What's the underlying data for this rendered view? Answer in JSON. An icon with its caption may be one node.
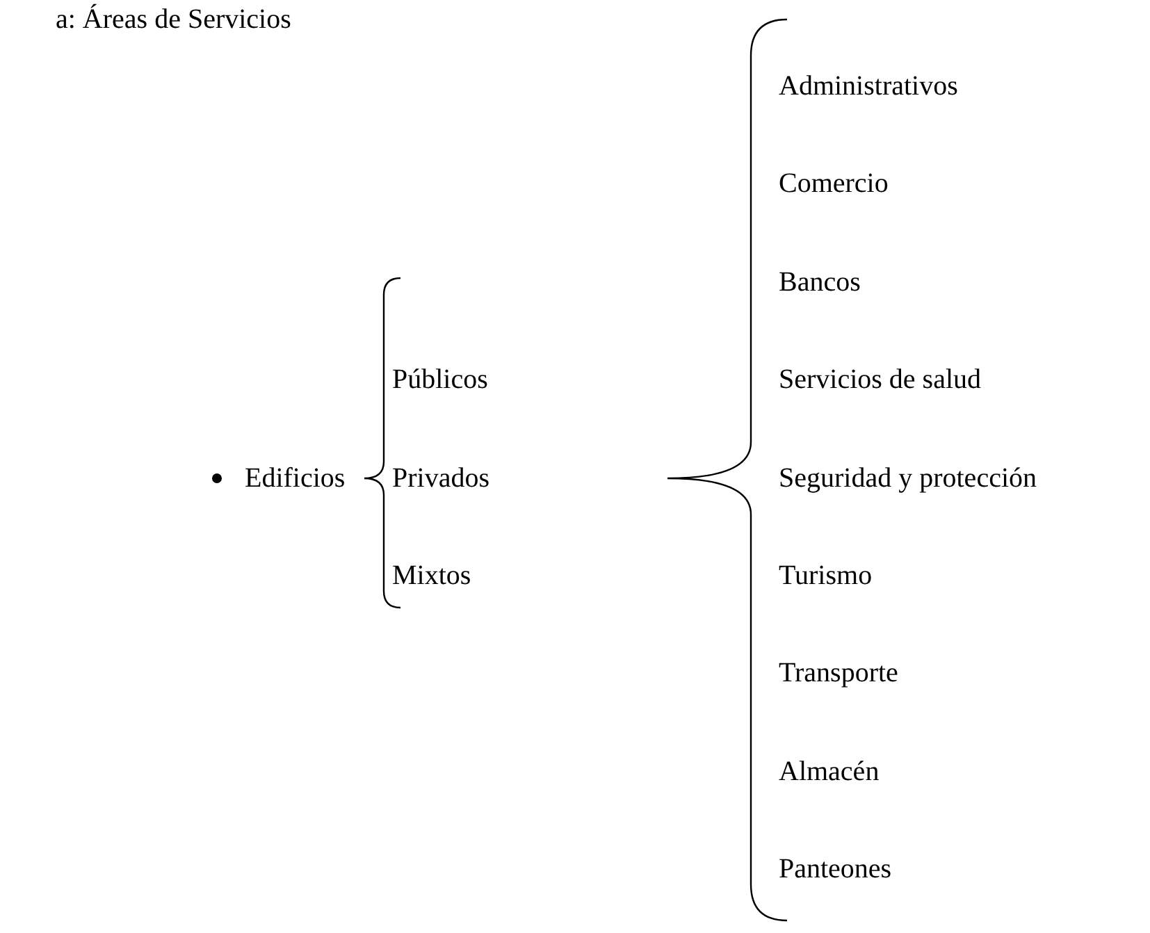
{
  "diagram": {
    "labels": [
      "a: Áreas de Servicios",
      "Edificios",
      "Públicos",
      "Privados",
      "Mixtos",
      "Administrativos",
      "Comercio",
      "Bancos",
      "Servicios de salud",
      "Seguridad y protección",
      "Turismo",
      "Transporte",
      "Almacén",
      "Panteones"
    ]
  }
}
